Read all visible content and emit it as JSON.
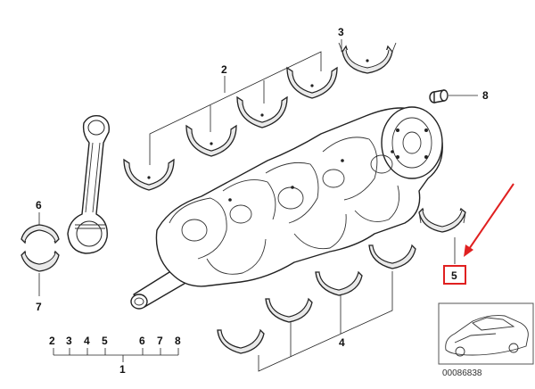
{
  "callouts": {
    "c1": "1",
    "c2": "2",
    "c3": "3",
    "c4": "4",
    "c5": "5",
    "c6": "6",
    "c7": "7",
    "c8": "8"
  },
  "parts_list": [
    "2",
    "3",
    "4",
    "5",
    "6",
    "7",
    "8"
  ],
  "reference_number": "00086838",
  "colors": {
    "highlight": "#e02020",
    "line": "#222222"
  }
}
